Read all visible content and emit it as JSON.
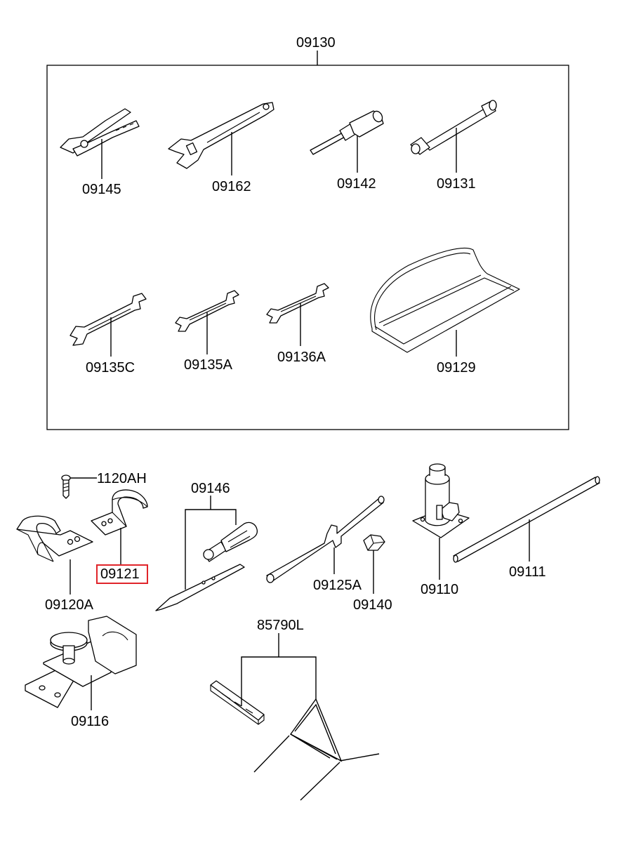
{
  "assembly": {
    "label": "09130",
    "parts": [
      {
        "id": "pliers",
        "label": "09145",
        "icon": "pliers-icon"
      },
      {
        "id": "adjustable-wrench",
        "label": "09162",
        "icon": "adjustable-wrench-icon"
      },
      {
        "id": "screwdriver",
        "label": "09142",
        "icon": "screwdriver-icon"
      },
      {
        "id": "socket-wrench",
        "label": "09131",
        "icon": "socket-wrench-icon"
      },
      {
        "id": "open-wrench-large",
        "label": "09135C",
        "icon": "open-end-wrench-icon"
      },
      {
        "id": "open-wrench-medium",
        "label": "09135A",
        "icon": "open-end-wrench-icon"
      },
      {
        "id": "open-wrench-small",
        "label": "09136A",
        "icon": "open-end-wrench-icon"
      },
      {
        "id": "tool-bag",
        "label": "09129",
        "icon": "tool-bag-icon"
      }
    ]
  },
  "parts": [
    {
      "id": "bolt",
      "label": "1120AH",
      "icon": "bolt-icon"
    },
    {
      "id": "bracket-small",
      "label": "09121",
      "icon": "bracket-icon",
      "highlighted": true
    },
    {
      "id": "bracket-large",
      "label": "09120A",
      "icon": "bracket-icon"
    },
    {
      "id": "screwdriver-set",
      "label": "09146",
      "icon": "screwdriver-icon"
    },
    {
      "id": "jack-handle",
      "label": "09125A",
      "icon": "crank-handle-icon"
    },
    {
      "id": "clip",
      "label": "09140",
      "icon": "clip-icon"
    },
    {
      "id": "bottle-jack",
      "label": "09110",
      "icon": "bottle-jack-icon"
    },
    {
      "id": "jack-bar",
      "label": "09111",
      "icon": "bar-icon"
    },
    {
      "id": "jack-bracket",
      "label": "09116",
      "icon": "jack-bracket-icon"
    },
    {
      "id": "warning-triangle",
      "label": "85790L",
      "icon": "warning-triangle-icon"
    }
  ],
  "colors": {
    "highlight": "#e0242a",
    "line": "#000000",
    "background": "#ffffff"
  }
}
